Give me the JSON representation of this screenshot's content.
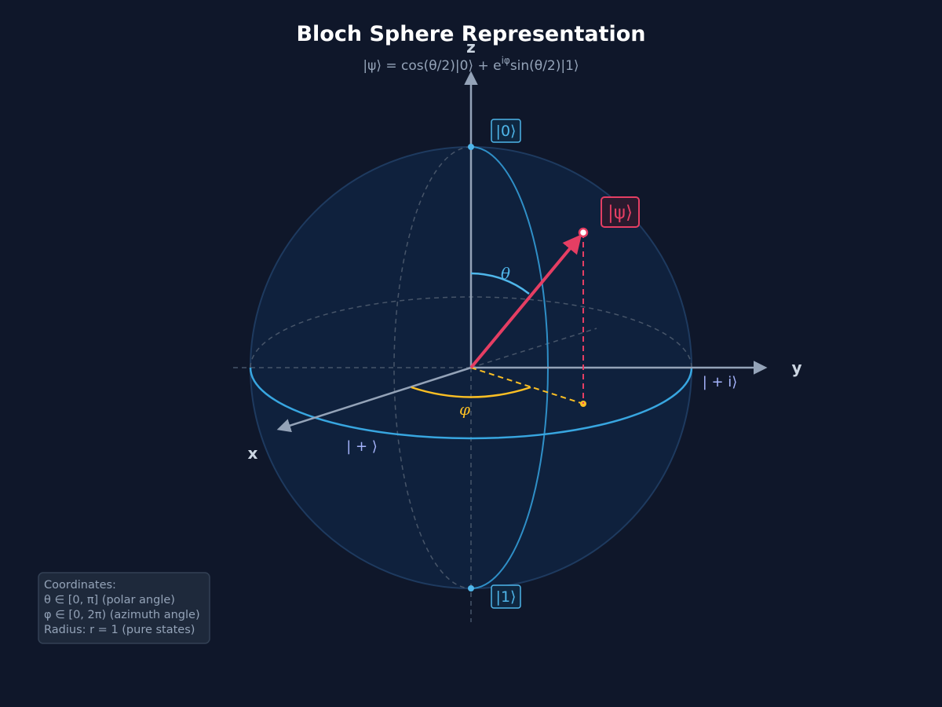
{
  "title": "Bloch Sphere Representation",
  "subtitle": "|ψ⟩ = cos(θ/2)|0⟩ + e^{iφ}sin(θ/2)|1⟩",
  "subtitle_parts": {
    "pre": "|ψ⟩ = cos(θ/2)|0⟩ + e",
    "sup": "iφ",
    "post": "sin(θ/2)|1⟩"
  },
  "axes": {
    "x": "x",
    "y": "y",
    "z": "z"
  },
  "states": {
    "zero": "|0⟩",
    "one": "|1⟩",
    "psi": "|ψ⟩",
    "plus": "| + ⟩",
    "plus_i": "| + i⟩"
  },
  "angles": {
    "theta": "θ",
    "phi": "φ"
  },
  "info": {
    "heading": "Coordinates:",
    "line_theta": "θ ∈ [0, π] (polar angle)",
    "line_phi": "φ ∈ [0, 2π) (azimuth angle)",
    "line_radius": "Radius: r = 1 (pure states)"
  },
  "colors": {
    "background": "#0f172a",
    "sphere_fill": "#0f213d",
    "meridian": "#38a6e0",
    "axis": "#94a3b8",
    "state_vector": "#e53e63",
    "phi_projection": "#fbbf24",
    "state_label": "#4fb6ea",
    "basis_label": "#a5b4fc"
  }
}
